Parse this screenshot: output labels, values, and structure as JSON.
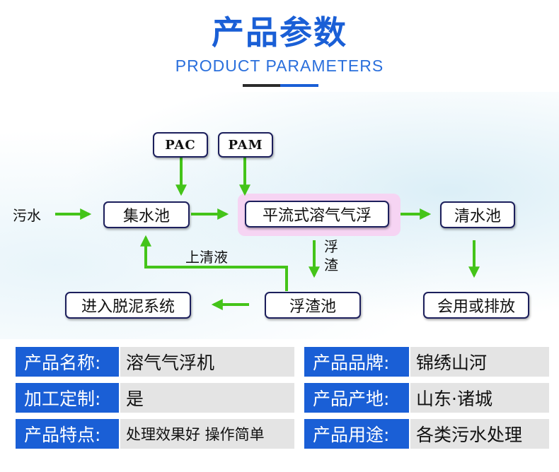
{
  "header": {
    "title": "产品参数",
    "subtitle": "PRODUCT PARAMETERS"
  },
  "diagram": {
    "inputs": {
      "pac": "PAC",
      "pam": "PAM",
      "sewage": "污水"
    },
    "nodes": {
      "collection_tank": "集水池",
      "daf": "平流式溶气气浮",
      "clean_water_tank": "清水池",
      "scum_tank": "浮渣池",
      "reuse_discharge": "会用或排放",
      "sludge_system": "进入脱泥系统"
    },
    "labels": {
      "scum": "浮渣",
      "supernatant": "上清液"
    },
    "colors": {
      "arrow": "#44c419",
      "node_border": "#1c1f5c",
      "highlight": "#f6d4f3"
    }
  },
  "params": {
    "rows": [
      {
        "left_label": "产品名称:",
        "left_value": "溶气气浮机",
        "right_label": "产品品牌:",
        "right_value": "锦绣山河"
      },
      {
        "left_label": "加工定制:",
        "left_value": "是",
        "right_label": "产品产地:",
        "right_value": "山东·诸城"
      },
      {
        "left_label": "产品特点:",
        "left_value": "处理效果好 操作简单",
        "right_label": "产品用途:",
        "right_value": "各类污水处理"
      }
    ],
    "colors": {
      "label_bg": "#1a5fd6",
      "value_bg": "#e4e4e4"
    }
  }
}
